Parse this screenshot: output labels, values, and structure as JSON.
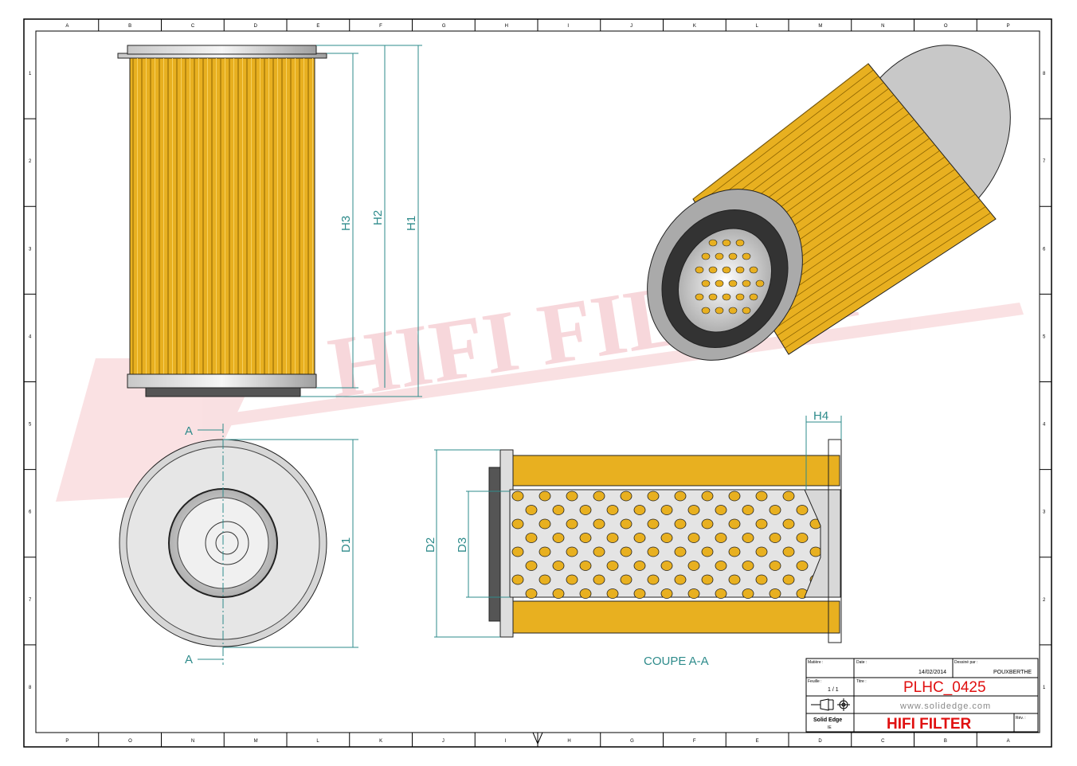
{
  "border": {
    "columns": [
      "P",
      "O",
      "N",
      "M",
      "L",
      "K",
      "J",
      "I",
      "H",
      "G",
      "F",
      "E",
      "D",
      "C",
      "B",
      "A"
    ],
    "rows": [
      "8",
      "7",
      "6",
      "5",
      "4",
      "3",
      "2",
      "1"
    ]
  },
  "watermark": "HIFI FILTER",
  "dimensions": {
    "h1": "H1",
    "h2": "H2",
    "h3": "H3",
    "h4": "H4",
    "d1": "D1",
    "d2": "D2",
    "d3": "D3"
  },
  "section": {
    "marker_top": "A",
    "marker_bottom": "A",
    "caption": "COUPE A-A"
  },
  "title_block": {
    "matiere_label": "Matière :",
    "date_label": "Date :",
    "date": "14/02/2014",
    "drawn_by_label": "Dessiné par :",
    "drawn_by": "POUXBERTHE",
    "sheet_label": "Feuille :",
    "sheet": "1 / 1",
    "title_label": "Titre :",
    "title": "PLHC_0425",
    "website": "www.solidedge.com",
    "software": "Solid Edge",
    "software_sub": "IE",
    "company": "HIFI FILTER",
    "rev_label": "Rév. :"
  },
  "colors": {
    "filter_media": "#e8b020",
    "dimension": "#2e8b8b",
    "title_red": "#e01010",
    "watermark": "#f5c8cc"
  }
}
